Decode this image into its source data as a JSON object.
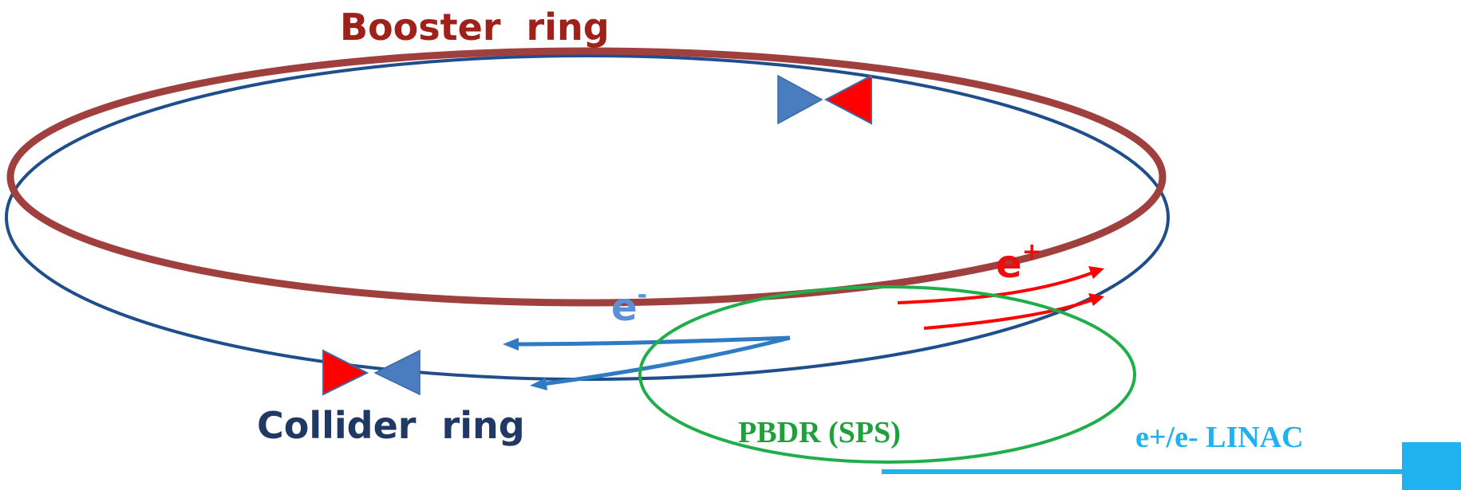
{
  "labels": {
    "booster_ring": "Booster  ring",
    "collider_ring": "Collider  ring",
    "electron": "e",
    "electron_sup": "-",
    "positron": "e",
    "positron_sup": "+",
    "pbdr": "PBDR (SPS)",
    "linac": "e+/e- LINAC"
  },
  "colors": {
    "booster_ring": "#a0403e",
    "collider_ring": "#1f4e8c",
    "booster_label": "#a0201a",
    "collider_label": "#1f3864",
    "electron_path": "#2e7bc4",
    "electron_label": "#5b8fd6",
    "positron_path": "#ff0000",
    "positron_label": "#e8100c",
    "pbdr_circle": "#1fae4a",
    "pbdr_label": "#1fa03c",
    "linac": "#1fb1f0",
    "ip_blue": "#4a7dc0",
    "ip_red": "#ff0000"
  }
}
